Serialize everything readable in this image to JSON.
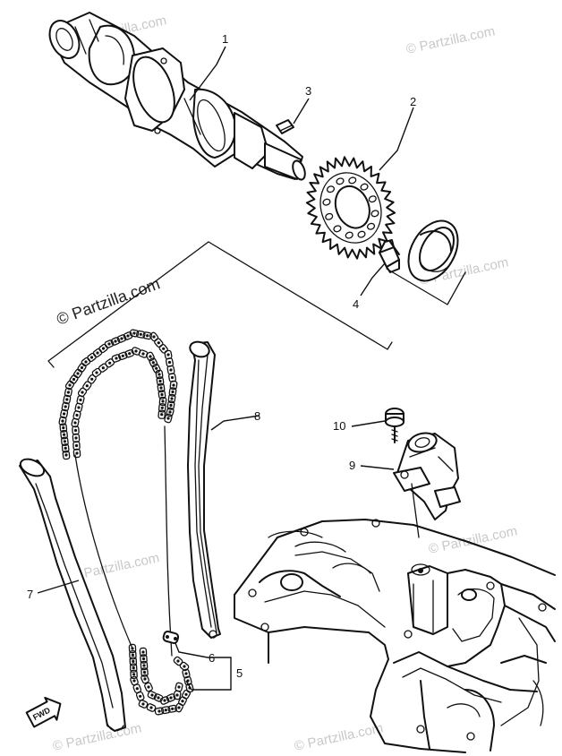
{
  "watermarks": {
    "primary": "© Partzilla.com",
    "repeat": "© Partzilla.com"
  },
  "callouts": {
    "c1": "1",
    "c2": "2",
    "c3": "3",
    "c4": "4",
    "c5": "5",
    "c6": "6",
    "c7": "7",
    "c8": "8",
    "c9": "9",
    "c10": "10"
  },
  "fwd_arrow": "FWD",
  "colors": {
    "ink": "#111111",
    "watermark": "#c8c8c8",
    "background": "#ffffff"
  },
  "icons": {
    "fwd": "fwd-arrow-icon"
  }
}
